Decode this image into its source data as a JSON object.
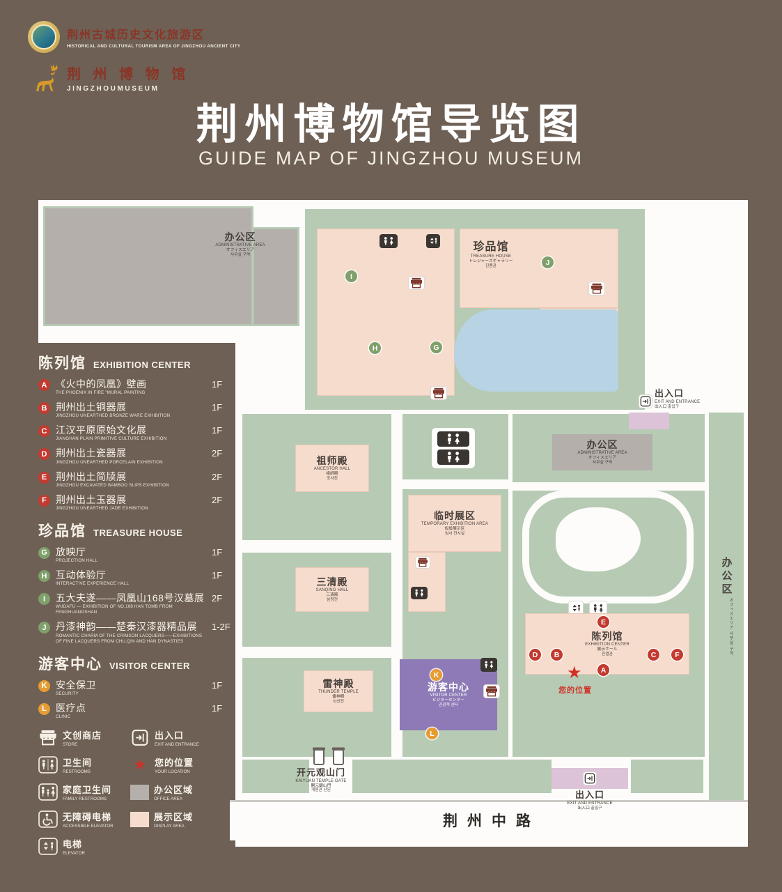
{
  "page": {
    "title_cn": "荆州博物馆导览图",
    "title_en": "GUIDE MAP OF JINGZHOU MUSEUM",
    "road_label": "荆州中路"
  },
  "logos": {
    "tourism_cn": "荆州古城历史文化旅游区",
    "tourism_en": "HISTORICAL AND CULTURAL TOURISM AREA OF JINGZHOU ANCIENT CITY",
    "museum_cn": "荆 州 博 物 馆",
    "museum_en": "JINGZHOUMUSEUM"
  },
  "legend": {
    "sections": [
      {
        "title_cn": "陈列馆",
        "title_en": "EXHIBITION CENTER",
        "items": [
          {
            "letter": "A",
            "color": "red",
            "cn": "《火中的凤凰》壁画",
            "en": "THE PHOENIX IN FIRE \"MURAL PAINTING",
            "floor": "1F"
          },
          {
            "letter": "B",
            "color": "red",
            "cn": "荆州出土铜器展",
            "en": "JINGZHOU UNEARTHED BRONZE WARE EXHIBITION",
            "floor": "1F"
          },
          {
            "letter": "C",
            "color": "red",
            "cn": "江汉平原原始文化展",
            "en": "JIANGHAN PLAIN PRIMITIVE CULTURE EXHIBITION",
            "floor": "1F"
          },
          {
            "letter": "D",
            "color": "red",
            "cn": "荆州出土瓷器展",
            "en": "JINGZHOU UNEARTHED PORCELAIN EXHIBITION",
            "floor": "2F"
          },
          {
            "letter": "E",
            "color": "red",
            "cn": "荆州出土简牍展",
            "en": "JINGZHOU EXCAVATED BAMBOO SLIPS EXHIBITION",
            "floor": "2F"
          },
          {
            "letter": "F",
            "color": "red",
            "cn": "荆州出土玉器展",
            "en": "JINGZHOU UNEARTHED JADE EXHIBITION",
            "floor": "2F"
          }
        ]
      },
      {
        "title_cn": "珍品馆",
        "title_en": "TREASURE HOUSE",
        "items": [
          {
            "letter": "G",
            "color": "green",
            "cn": "放映厅",
            "en": "PROJECTION HALL",
            "floor": "1F"
          },
          {
            "letter": "H",
            "color": "green",
            "cn": "互动体验厅",
            "en": "INTERACTIVE EXPERIENCE HALL",
            "floor": "1F"
          },
          {
            "letter": "I",
            "color": "green",
            "cn": "五大夫遂——凤凰山168号汉墓展",
            "en": "WUDAFU — EXHIBITION OF NO.168 HAN TOMB FROM FENGHUANGSHAN",
            "floor": "2F"
          },
          {
            "letter": "J",
            "color": "green",
            "cn": "丹漆神韵——楚秦汉漆器精品展",
            "en": "ROMANTIC CHARM OF THE CRIMSON LACQUERS——EXHIBITIONS OF FINE LACQUERS FROM CHU,QIN AND HAN DYNASTIES",
            "floor": "1-2F"
          }
        ]
      },
      {
        "title_cn": "游客中心",
        "title_en": "VISITOR CENTER",
        "items": [
          {
            "letter": "K",
            "color": "orange",
            "cn": "安全保卫",
            "en": "SECURITY",
            "floor": "1F"
          },
          {
            "letter": "L",
            "color": "orange",
            "cn": "医疗点",
            "en": "CLINIC",
            "floor": "1F"
          }
        ]
      }
    ],
    "icon_items": [
      {
        "icon": "store-icon",
        "cn": "文创商店",
        "en": "STORE"
      },
      {
        "icon": "exit-icon",
        "cn": "出入口",
        "en": "EXIT AND ENTRANCE"
      },
      {
        "icon": "restroom-icon",
        "cn": "卫生间",
        "en": "RESTROOMS"
      },
      {
        "icon": "location-icon",
        "cn": "您的位置",
        "en": "YOUR LOCATION"
      },
      {
        "icon": "family-restroom-icon",
        "cn": "家庭卫生间",
        "en": "FAMILY RESTROOMS"
      },
      {
        "icon": "office-swatch",
        "cn": "办公区域",
        "en": "OFFICE AREA"
      },
      {
        "icon": "accessible-elevator-icon",
        "cn": "无障碍电梯",
        "en": "ACCESSIBLE ELEVATOR"
      },
      {
        "icon": "display-swatch",
        "cn": "展示区域",
        "en": "DISPLAY AREA"
      },
      {
        "icon": "elevator-icon",
        "cn": "电梯",
        "en": "ELEVATOR"
      }
    ]
  },
  "map": {
    "admin_top": {
      "cn": "办公区",
      "en": "ADMINISTRATIVE AREA",
      "jp": "オフィスエリア",
      "kr": "사무실 구역"
    },
    "treasure": {
      "cn": "珍品馆",
      "en": "TREASURE HOUSE",
      "jp": "トレジャーズギャラリー",
      "kr": "진품관"
    },
    "exit_right": {
      "cn": "出入口",
      "en": "EXIT AND ENTRANCE",
      "jp": "出入口",
      "kr": "출입구"
    },
    "admin_right": {
      "cn": "办公区",
      "en": "ADMINISTRATIVE AREA",
      "jp": "オフィスエリア",
      "kr": "사무실 구역"
    },
    "admin_strip": {
      "cn": "办公区",
      "jp": "オフィスエリア",
      "kr": "사무실 구역"
    },
    "ancestor": {
      "cn": "祖师殿",
      "en": "ANCESTOR HALL",
      "jp": "祖師殿",
      "kr": "조사전"
    },
    "temporary": {
      "cn": "临时展区",
      "en": "TEMPORARY EXHIBITION AREA",
      "jp": "仮設展示区",
      "kr": "임시 전시실"
    },
    "sanqing": {
      "cn": "三清殿",
      "en": "SANQING HALL",
      "jp": "三清殿",
      "kr": "삼청전"
    },
    "thunder": {
      "cn": "雷神殿",
      "en": "THUNDER TEMPLE",
      "jp": "雷神殿",
      "kr": "뇌신전"
    },
    "visitor": {
      "cn": "游客中心",
      "en": "VISITOR CENTER",
      "jp": "ビジターセンター",
      "kr": "관광객 센터"
    },
    "exhibition": {
      "cn": "陈列馆",
      "en": "EXHIBITION CENTER",
      "jp": "展示ホール",
      "kr": "진열관"
    },
    "gate": {
      "cn": "开元观山门",
      "en": "KAIYUAN TEMPLE GATE",
      "jp": "開元観山門",
      "kr": "개원관 산문"
    },
    "exit_bottom": {
      "cn": "出入口",
      "en": "EXIT AND ENTRANCE",
      "jp": "出入口",
      "kr": "출입구"
    },
    "your_location": "您的位置",
    "markers": {
      "A": "A",
      "B": "B",
      "C": "C",
      "D": "D",
      "E": "E",
      "F": "F",
      "G": "G",
      "H": "H",
      "I": "I",
      "J": "J",
      "K": "K",
      "L": "L"
    }
  },
  "colors": {
    "background": "#6e6055",
    "courtyard_green": "#b6cab4",
    "building_pink": "#f6dccd",
    "office_gray": "#b4afab",
    "pond_blue": "#b8d3e3",
    "visitor_purple": "#8d7ab6",
    "marker_red": "#c23a30",
    "marker_green": "#7fa06b",
    "marker_orange": "#e59c35",
    "location_red": "#d03228"
  }
}
